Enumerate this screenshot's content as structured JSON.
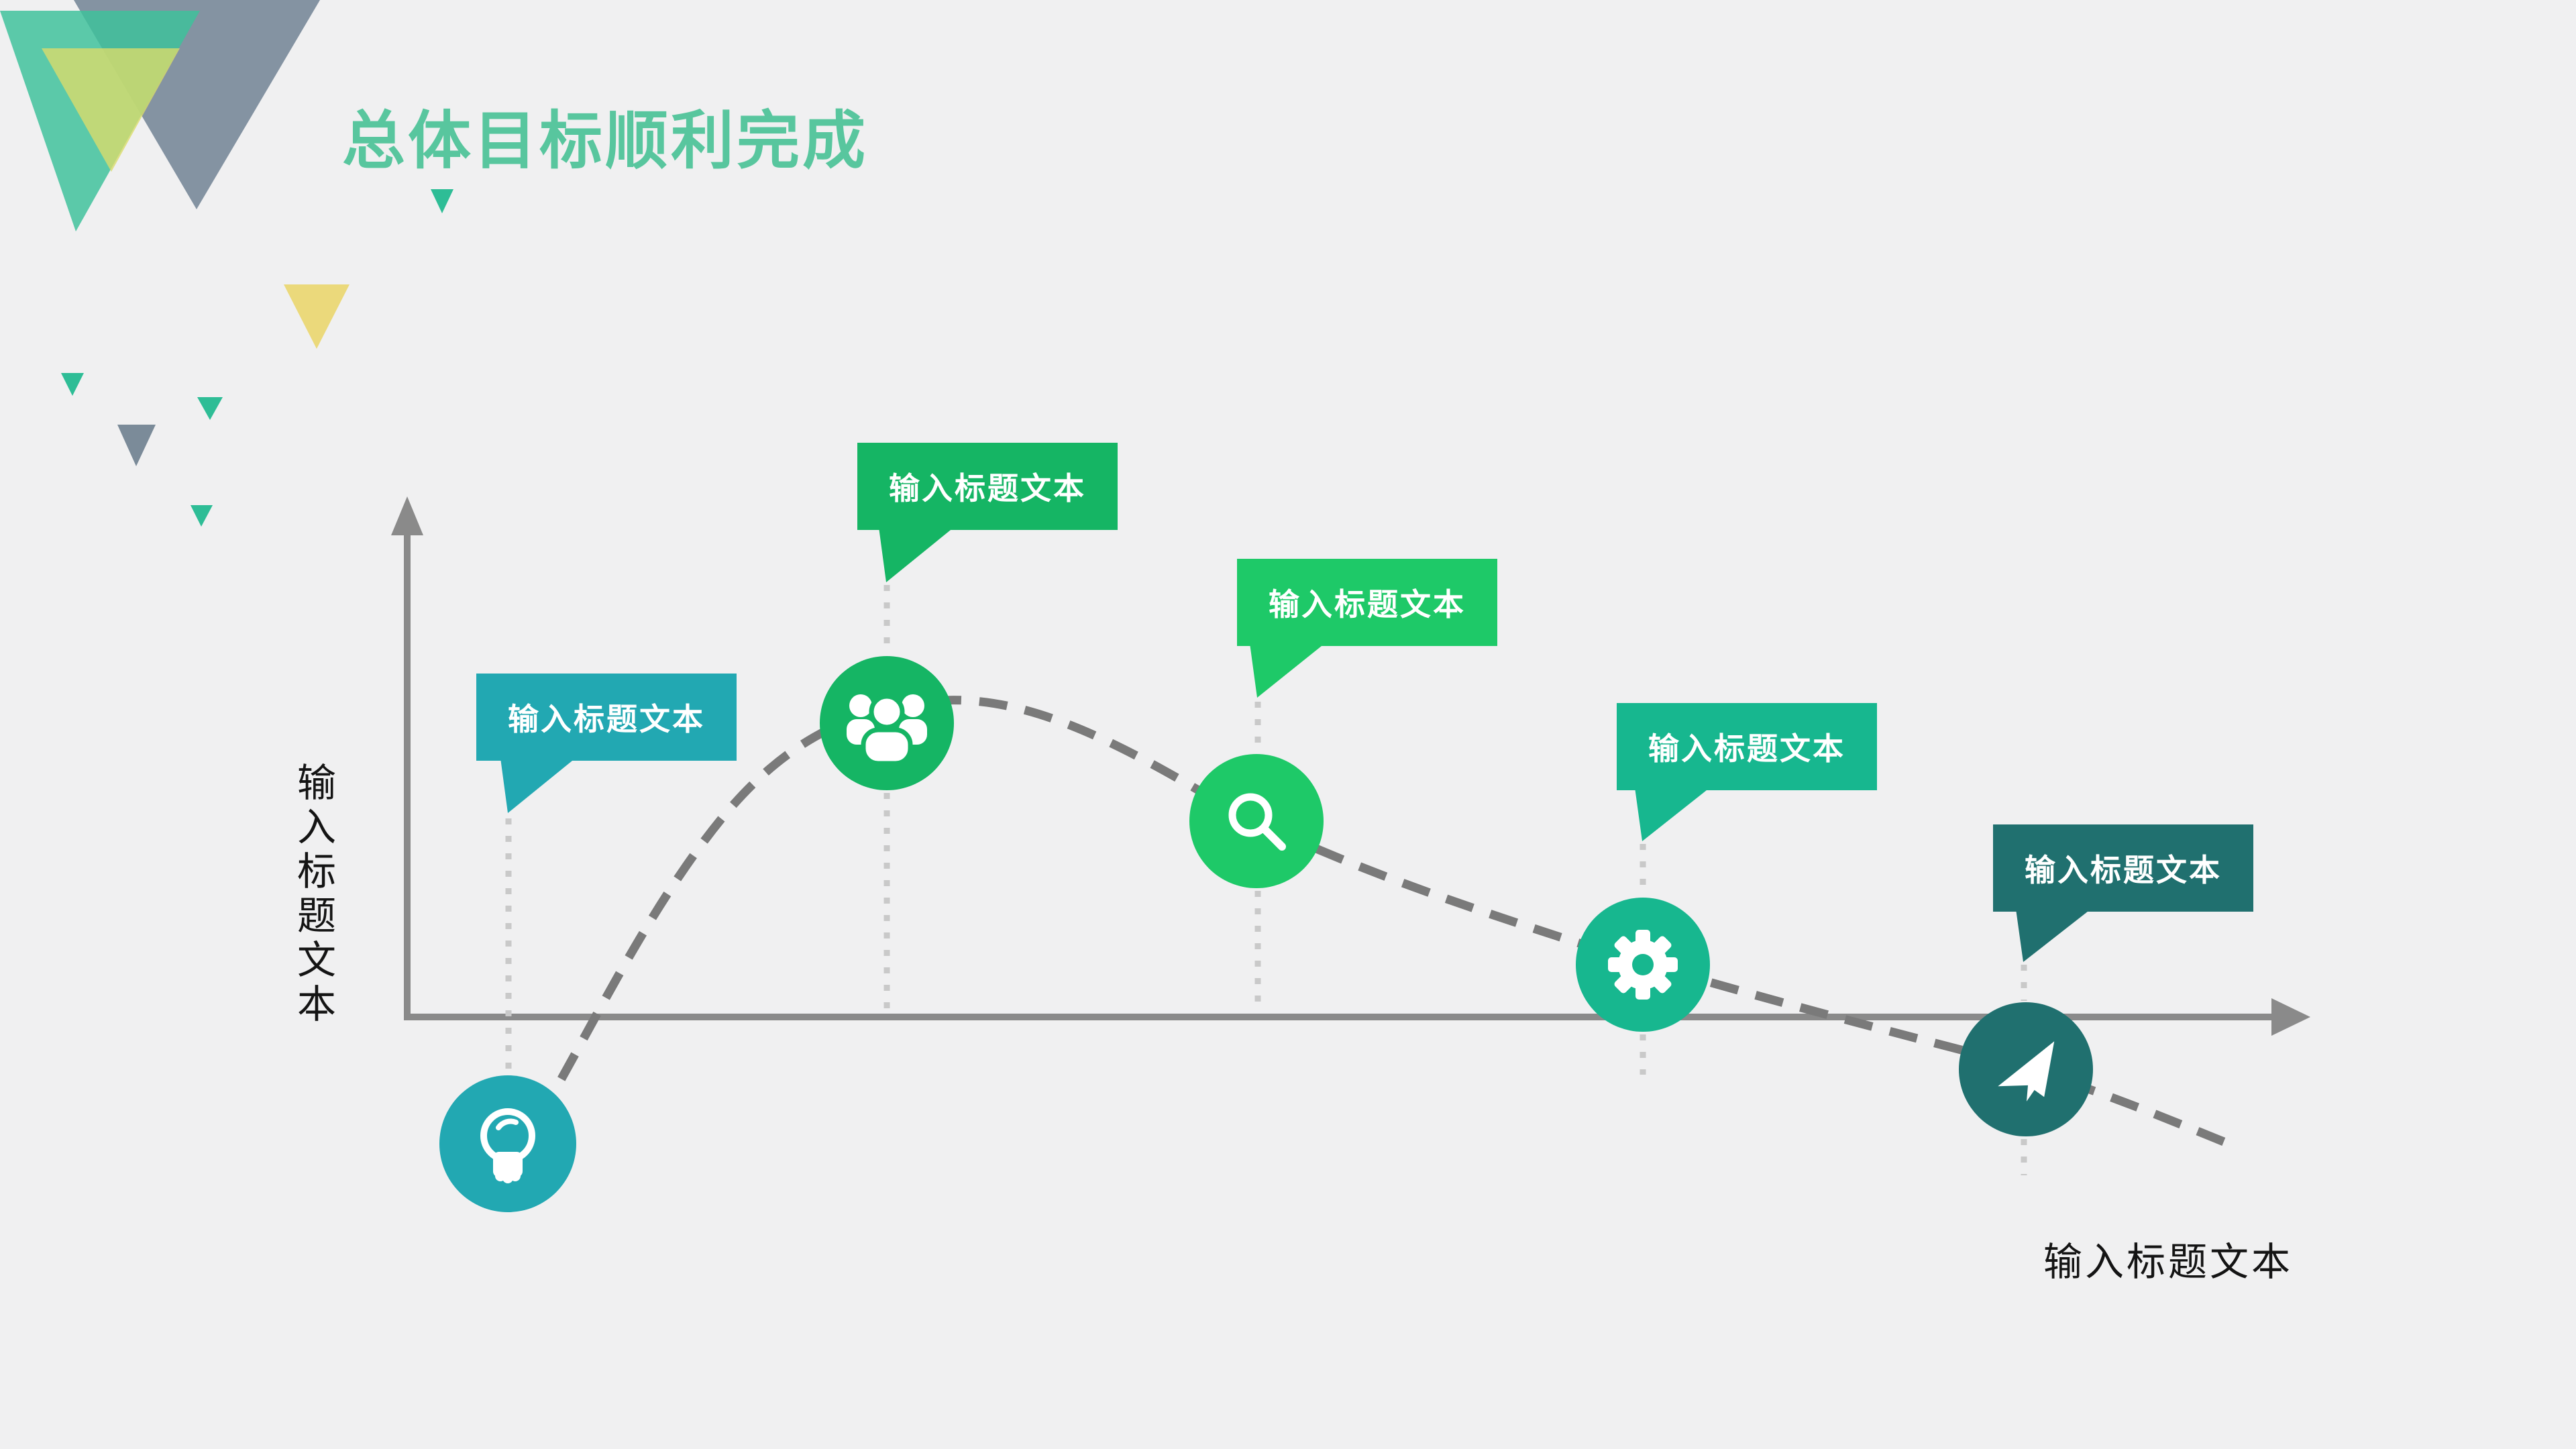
{
  "slide": {
    "title": "总体目标顺利完成",
    "background": "#F0F0F1"
  },
  "colors": {
    "title": "#58C69E",
    "axis": "#8A8A8A",
    "curve": "#7A7A7A",
    "dotted_line": "#C9C9C9",
    "label_text": "#141414",
    "bubble_text": "#FFFFFF",
    "triangle_gray": "#8493A2",
    "triangle_teal": "#3EC19B",
    "triangle_olive": "#D9DC6C",
    "triangle_small_teal": "#2EBD96",
    "triangle_small_yellow": "#EBD97B",
    "triangle_small_gray": "#7B8B99"
  },
  "chart": {
    "type": "timeline-curve",
    "y_axis_label": "输入标题文本",
    "x_axis_label": "输入标题文本",
    "milestones": [
      {
        "label": "输入标题文本",
        "icon": "lightbulb-icon",
        "color": "#22A8B2"
      },
      {
        "label": "输入标题文本",
        "icon": "users-icon",
        "color": "#15B564"
      },
      {
        "label": "输入标题文本",
        "icon": "search-icon",
        "color": "#1EC968"
      },
      {
        "label": "输入标题文本",
        "icon": "gear-icon",
        "color": "#17B78F"
      },
      {
        "label": "输入标题文本",
        "icon": "paper-plane-icon",
        "color": "#20706F"
      }
    ]
  }
}
